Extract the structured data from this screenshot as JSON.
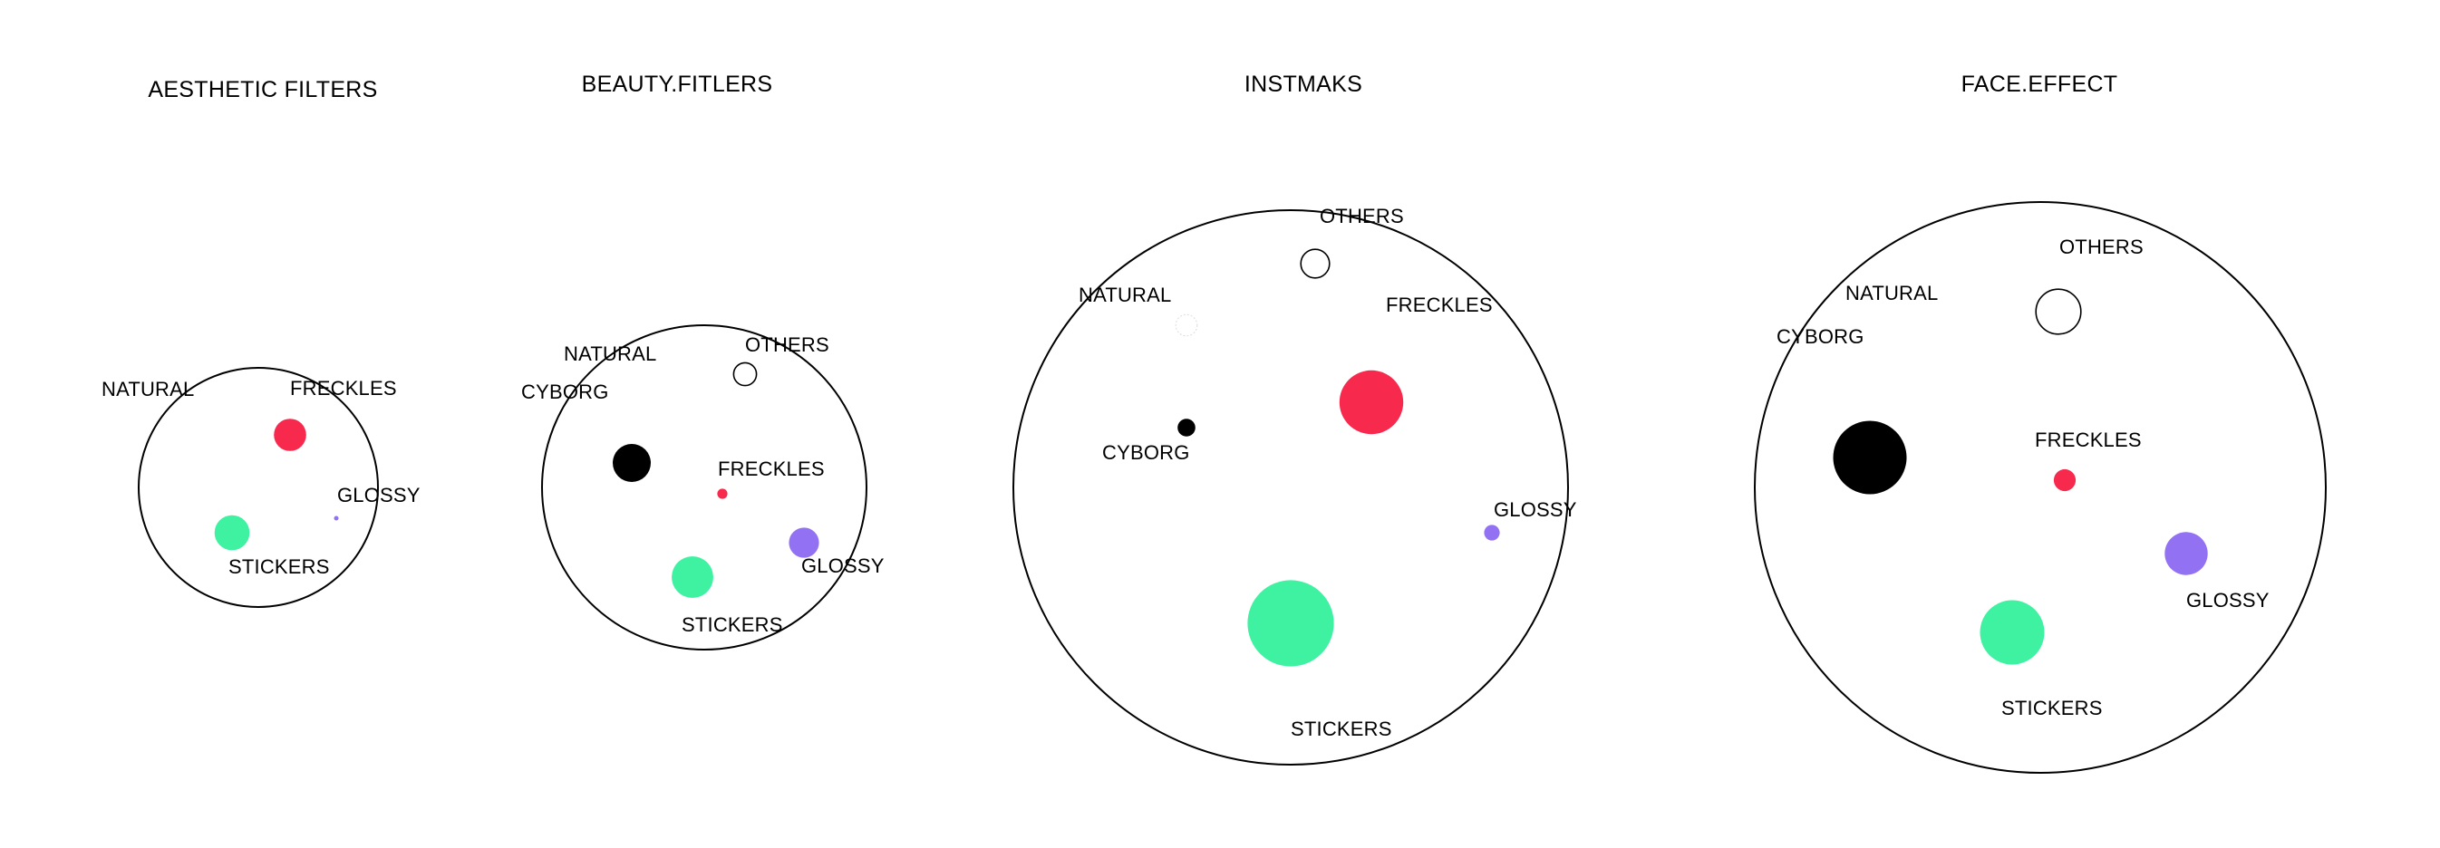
{
  "colors": {
    "FRECKLES": "#f72a4e",
    "STICKERS": "#3ef2a1",
    "GLOSSY": "#9272f2",
    "CYBORG": "#000000",
    "OTHERS": "outline",
    "NATURAL": "outline-faint"
  },
  "chart_data": [
    {
      "type": "bubble",
      "title": "AESTHETIC FILTERS",
      "items": [
        {
          "label": "NATURAL",
          "size": 0
        },
        {
          "label": "FRECKLES",
          "size": 1.0
        },
        {
          "label": "STICKERS",
          "size": 1.17
        },
        {
          "label": "GLOSSY",
          "size": 0.02
        }
      ]
    },
    {
      "type": "bubble",
      "title": "BEAUTY.FITLERS",
      "items": [
        {
          "label": "NATURAL",
          "size": 0
        },
        {
          "label": "OTHERS",
          "size": 0.5
        },
        {
          "label": "CYBORG",
          "size": 1.38
        },
        {
          "label": "FRECKLES",
          "size": 0.1
        },
        {
          "label": "GLOSSY",
          "size": 0.87
        },
        {
          "label": "STICKERS",
          "size": 1.65
        }
      ]
    },
    {
      "type": "bubble",
      "title": "INSTMAKS",
      "items": [
        {
          "label": "OTHERS",
          "size": 0.78
        },
        {
          "label": "NATURAL",
          "size": 0.44
        },
        {
          "label": "FRECKLES",
          "size": 3.89
        },
        {
          "label": "CYBORG",
          "size": 0.3
        },
        {
          "label": "GLOSSY",
          "size": 0.23
        },
        {
          "label": "STICKERS",
          "size": 7.13
        }
      ]
    },
    {
      "type": "bubble",
      "title": "FACE.EFFECT",
      "items": [
        {
          "label": "NATURAL",
          "size": 0
        },
        {
          "label": "OTHERS",
          "size": 1.94
        },
        {
          "label": "CYBORG",
          "size": 5.15
        },
        {
          "label": "FRECKLES",
          "size": 0.46
        },
        {
          "label": "GLOSSY",
          "size": 1.77
        },
        {
          "label": "STICKERS",
          "size": 3.97
        }
      ]
    }
  ]
}
